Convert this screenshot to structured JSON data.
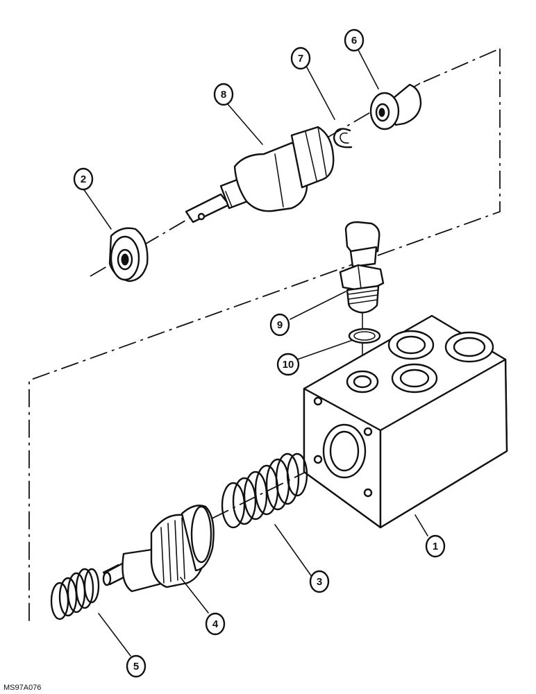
{
  "diagram": {
    "drawing_code": "MS97A076",
    "callouts": [
      {
        "id": "c1",
        "label": "1",
        "part": "valve-body"
      },
      {
        "id": "c2",
        "label": "2",
        "part": "washer"
      },
      {
        "id": "c3",
        "label": "3",
        "part": "large-spring"
      },
      {
        "id": "c4",
        "label": "4",
        "part": "piston"
      },
      {
        "id": "c5",
        "label": "5",
        "part": "small-spring"
      },
      {
        "id": "c6",
        "label": "6",
        "part": "bushing"
      },
      {
        "id": "c7",
        "label": "7",
        "part": "retaining-ring"
      },
      {
        "id": "c8",
        "label": "8",
        "part": "adjuster-plug"
      },
      {
        "id": "c9",
        "label": "9",
        "part": "pressure-switch"
      },
      {
        "id": "c10",
        "label": "10",
        "part": "o-ring"
      }
    ]
  }
}
